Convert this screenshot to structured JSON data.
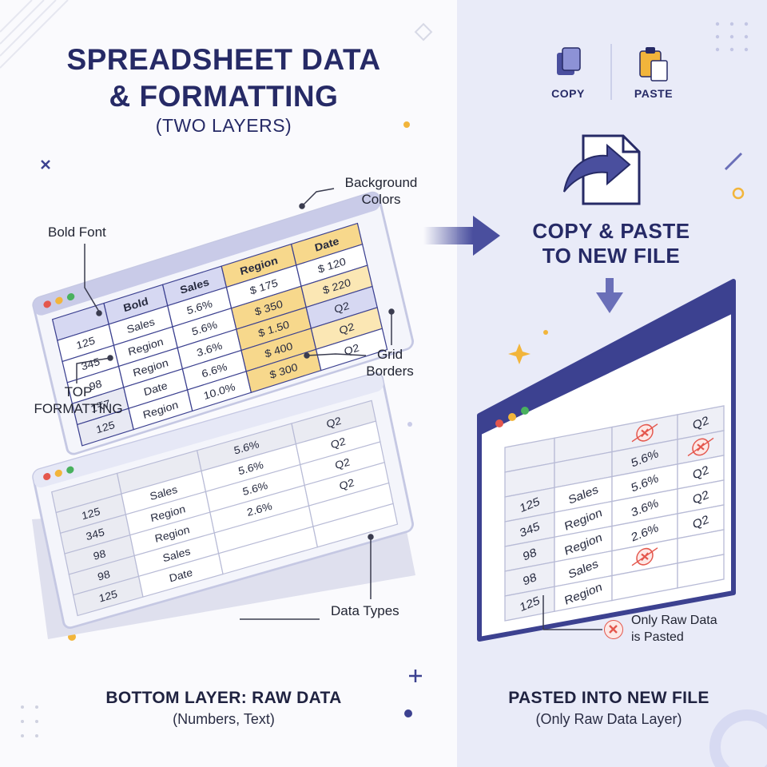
{
  "header": {
    "title_line1": "SPREADSHEET DATA",
    "title_line2": "& FORMATTING",
    "subtitle": "(TWO LAYERS)"
  },
  "callouts": {
    "bold_font": "Bold Font",
    "background_colors_1": "Background",
    "background_colors_2": "Colors",
    "top_formatting_1": "TOP",
    "top_formatting_2": "FORMATTING",
    "grid_borders_1": "Grid",
    "grid_borders_2": "Borders",
    "data_types": "Data Types"
  },
  "top_sheet": {
    "header_row": [
      "Bold",
      "Sales",
      "Region",
      "Date"
    ],
    "rows": [
      [
        "125",
        "Sales",
        "5.6%",
        "$ 175",
        "$ 120"
      ],
      [
        "345",
        "Region",
        "5.6%",
        "$ 350",
        "$ 220"
      ],
      [
        "98",
        "Region",
        "3.6%",
        "$ 1.50",
        "Q2"
      ],
      [
        "1₹7",
        "Date",
        "6.6%",
        "$ 400",
        "Q2"
      ],
      [
        "125",
        "Region",
        "10.0%",
        "$ 300",
        "Q2"
      ]
    ]
  },
  "bottom_sheet": {
    "rows": [
      [
        "",
        "",
        "5.6%",
        "Q2"
      ],
      [
        "125",
        "Sales",
        "5.6%",
        "Q2"
      ],
      [
        "345",
        "Region",
        "5.6%",
        "Q2"
      ],
      [
        "98",
        "Region",
        "2.6%",
        "Q2"
      ],
      [
        "98",
        "Sales",
        "",
        ""
      ],
      [
        "125",
        "Date",
        "",
        ""
      ]
    ]
  },
  "bottom_left": {
    "title": "BOTTOM LAYER: RAW DATA",
    "subtitle": "(Numbers, Text)"
  },
  "copy_paste": {
    "copy_label": "COPY",
    "paste_label": "PASTE",
    "title_line1": "COPY & PASTE",
    "title_line2": "TO NEW FILE"
  },
  "pasted_sheet": {
    "rows": [
      [
        "",
        "",
        "",
        "Q2"
      ],
      [
        "",
        "",
        "5.6%",
        "Q2"
      ],
      [
        "125",
        "Sales",
        "5.6%",
        "Q2"
      ],
      [
        "345",
        "Region",
        "3.6%",
        "Q2"
      ],
      [
        "98",
        "Region",
        "2.6%",
        "Q2"
      ],
      [
        "98",
        "Sales",
        "",
        ""
      ],
      [
        "125",
        "Region",
        "",
        ""
      ]
    ]
  },
  "note": {
    "line1": "Only Raw Data",
    "line2": "is Pasted"
  },
  "bottom_right": {
    "title": "PASTED INTO NEW FILE",
    "subtitle": "(Only Raw Data Layer)"
  },
  "colors": {
    "navy": "#262a66",
    "accent_purple": "#4a4f9e",
    "highlight_yellow": "#f7d88c",
    "header_lavender": "#d6d8f2",
    "error_red": "#e4574d",
    "right_panel": "#e9ebf8"
  }
}
